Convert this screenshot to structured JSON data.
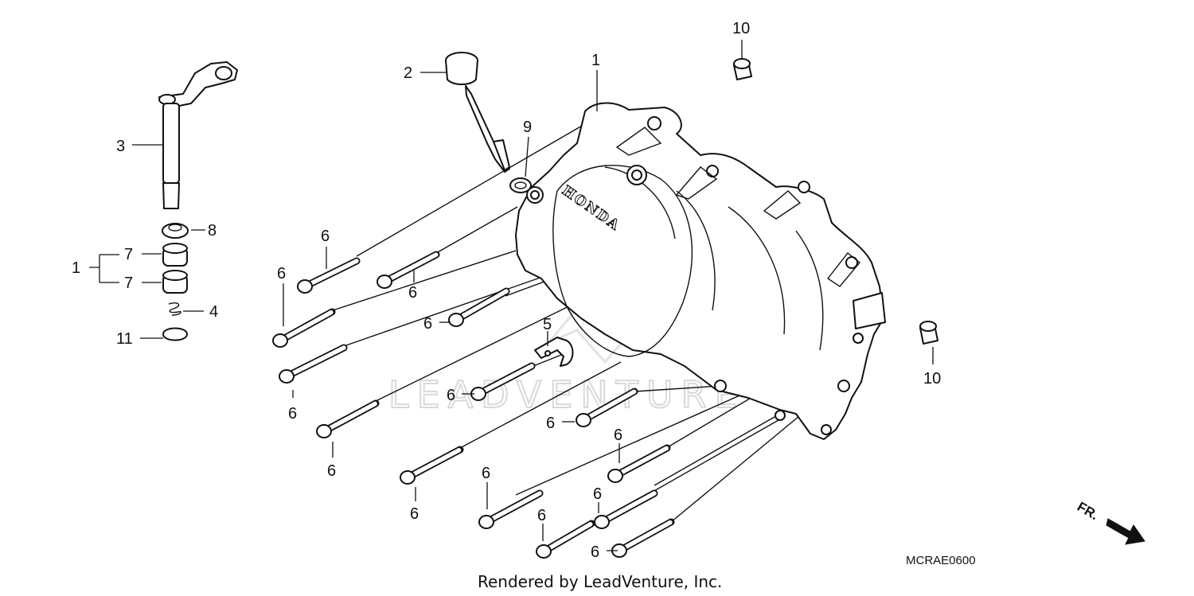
{
  "diagram": {
    "callouts": [
      {
        "id": "c1-top",
        "text": "1"
      },
      {
        "id": "c1-left",
        "text": "1"
      },
      {
        "id": "c2",
        "text": "2"
      },
      {
        "id": "c3",
        "text": "3"
      },
      {
        "id": "c4",
        "text": "4"
      },
      {
        "id": "c5",
        "text": "5"
      },
      {
        "id": "c6",
        "text": "6"
      },
      {
        "id": "c7a",
        "text": "7"
      },
      {
        "id": "c7b",
        "text": "7"
      },
      {
        "id": "c8",
        "text": "8"
      },
      {
        "id": "c9",
        "text": "9"
      },
      {
        "id": "c10a",
        "text": "10"
      },
      {
        "id": "c10b",
        "text": "10"
      },
      {
        "id": "c11",
        "text": "11"
      }
    ],
    "cover_emboss": "HONDA",
    "watermark": "LEADVENTURE",
    "diagram_code": "MCRAE0600",
    "direction_label": "FR.",
    "footer": "Rendered by LeadVenture, Inc."
  }
}
